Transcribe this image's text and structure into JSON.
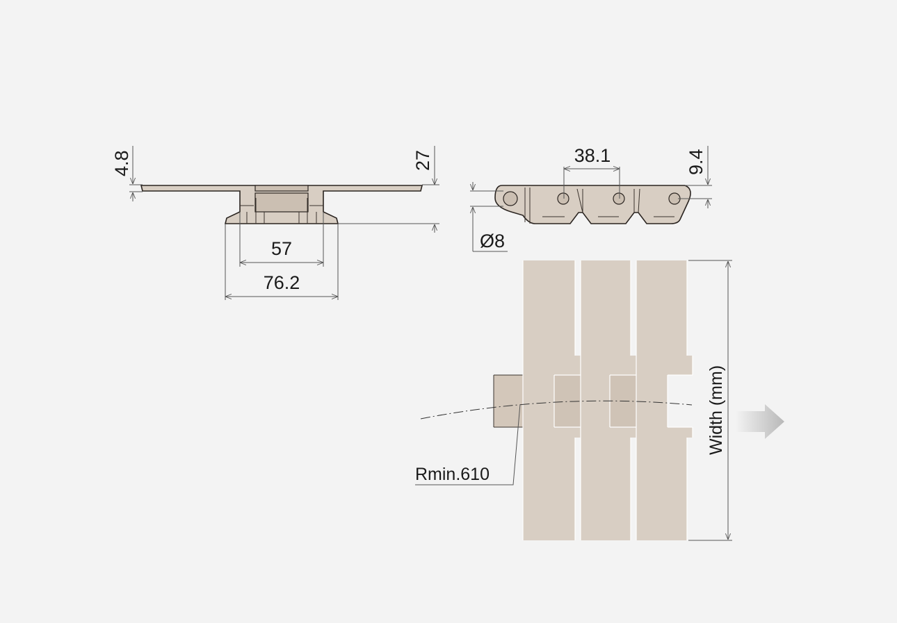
{
  "dimensions": {
    "thickness": "4.8",
    "height": "27",
    "inner_width": "57",
    "outer_width": "76.2",
    "pitch": "38.1",
    "pin_offset": "9.4",
    "pin_diameter": "Ø8",
    "min_radius": "Rmin.610",
    "width_label": "Width (mm)"
  },
  "colors": {
    "background": "#f3f3f3",
    "plate": "#d8cec3",
    "outline": "#2a2420"
  }
}
